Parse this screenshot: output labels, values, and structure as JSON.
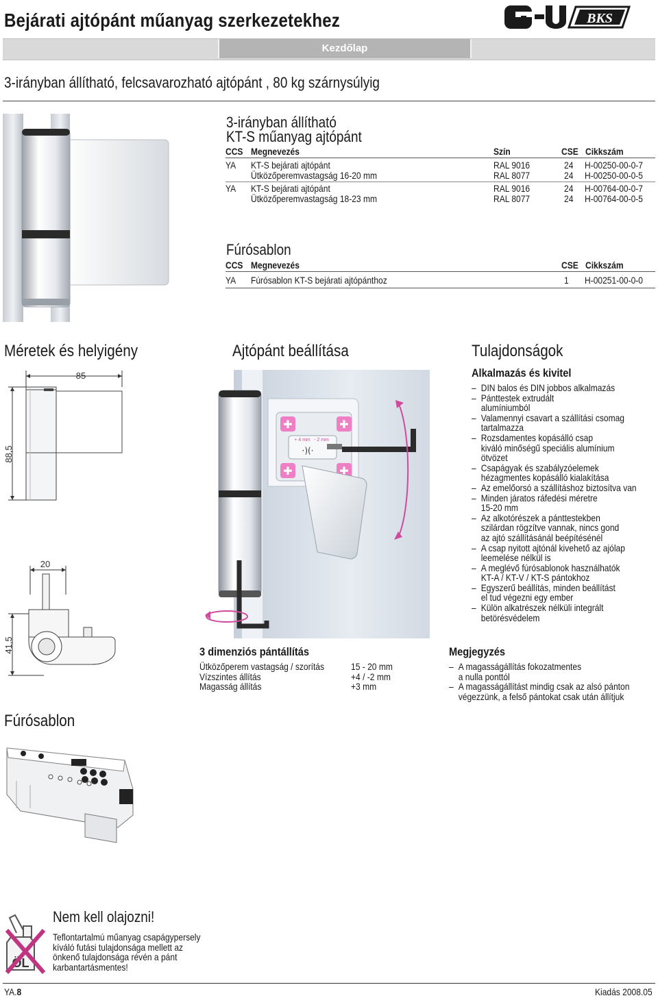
{
  "header": {
    "title": "Bejárati ajtópánt műanyag szerkezetekhez",
    "nav_label": "Kezdőlap",
    "logos": [
      "G-U",
      "BKS"
    ]
  },
  "subtitle": "3-irányban állítható, felcsavarozható ajtópánt , 80 kg szárnysúlyig",
  "product": {
    "heading_line1": "3-irányban állítható",
    "heading_line2": "KT-S műanyag ajtópánt",
    "columns": {
      "ccs": "CCS",
      "name": "Megnevezés",
      "color": "Szín",
      "cse": "CSE",
      "code": "Cikkszám"
    },
    "rows": [
      {
        "ccs": "YA",
        "name1": "KT-S bejárati ajtópánt",
        "name2": "Ütközőperemvastagság 16-20 mm",
        "color1": "RAL 9016",
        "color2": "RAL 8077",
        "cse1": "24",
        "cse2": "24",
        "code1": "H-00250-00-0-7",
        "code2": "H-00250-00-0-5"
      },
      {
        "ccs": "YA",
        "name1": "KT-S bejárati ajtópánt",
        "name2": "Ütközőperemvastagság 18-23 mm",
        "color1": "RAL 9016",
        "color2": "RAL 8077",
        "cse1": "24",
        "cse2": "24",
        "code1": "H-00764-00-0-7",
        "code2": "H-00764-00-0-5"
      }
    ]
  },
  "template": {
    "heading": "Fúrósablon",
    "columns": {
      "ccs": "CCS",
      "name": "Megnevezés",
      "cse": "CSE",
      "code": "Cikkszám"
    },
    "row": {
      "ccs": "YA",
      "name": "Fúrósablon KT-S bejárati ajtópánthoz",
      "cse": "1",
      "code": "H-00251-00-0-0"
    }
  },
  "dimensions": {
    "heading": "Méretek és helyigény",
    "dim_width": "85",
    "dim_height": "88,5",
    "dim_pin": "20",
    "dim_depth": "41,5",
    "template_heading": "Fúrósablon"
  },
  "adjust": {
    "heading": "Ajtópánt beállítása",
    "img_label_plus": "+ 4 mm",
    "img_label_minus": "- 2 mm",
    "img_symbol": "·)(·",
    "table_heading": "3 dimenziós pántállítás",
    "rows": [
      {
        "label": "Ütközőperem vastagság / szorítás",
        "value": "15 - 20 mm"
      },
      {
        "label": "Vízszintes állítás",
        "value": "+4 / -2 mm"
      },
      {
        "label": "Magasság állítás",
        "value": "+3 mm"
      }
    ]
  },
  "properties": {
    "heading": "Tulajdonságok",
    "subheading": "Alkalmazás és kivitel",
    "items": [
      [
        "DIN balos és  DIN jobbos alkalmazás"
      ],
      [
        "Pánttestek extrudált",
        "alumíniumból"
      ],
      [
        "Valamennyi csavart a szállítási csomag",
        "tartalmazza"
      ],
      [
        "Rozsdamentes kopásálló csap",
        "kiváló minőségű speciális alumínium",
        "ötvözet"
      ],
      [
        "Csapágyak és szabályzóelemek",
        "hézagmentes kopásálló kialakítása"
      ],
      [
        "Az emelőorsó a szállításhoz biztosítva van"
      ],
      [
        "Minden járatos ráfedési méretre",
        "15-20 mm"
      ],
      [
        "Az alkotórészek a pánttestekben",
        "szilárdan rögzítve vannak, nincs gond",
        "az ajtó szállításánál beépítésénél"
      ],
      [
        "A csap nyitott ajtónál kivehető az ajólap",
        "leemelése nélkül is"
      ],
      [
        "A meglévő fúrósablonok használhatók",
        "KT-A / KT-V / KT-S pántokhoz"
      ],
      [
        "Egyszerű beállítás, minden beállítást",
        "el tud végezni egy ember"
      ],
      [
        "Külön alkatrészek nélküli integrált",
        "betörésvédelem"
      ]
    ]
  },
  "notes": {
    "heading": "Megjegyzés",
    "items": [
      [
        "A magasságállítás fokozatmentes",
        "a nulla ponttól"
      ],
      [
        "A magasságállítást mindig csak az alsó pánton",
        "végezzünk, a felső pántokat csak után állítjuk"
      ]
    ]
  },
  "oil": {
    "icon_label": "ÖL",
    "heading": "Nem kell olajozni!",
    "text": [
      "Teflontartalmú műanyag csapágypersely",
      "kíváló futási tulajdonsága mellett az",
      "önkenő tulajdonsága révén a pánt",
      "karbantartásmentes!"
    ]
  },
  "footer": {
    "page_prefix": "YA.",
    "page_number": "8",
    "edition": "Kiadás 2008.05"
  }
}
